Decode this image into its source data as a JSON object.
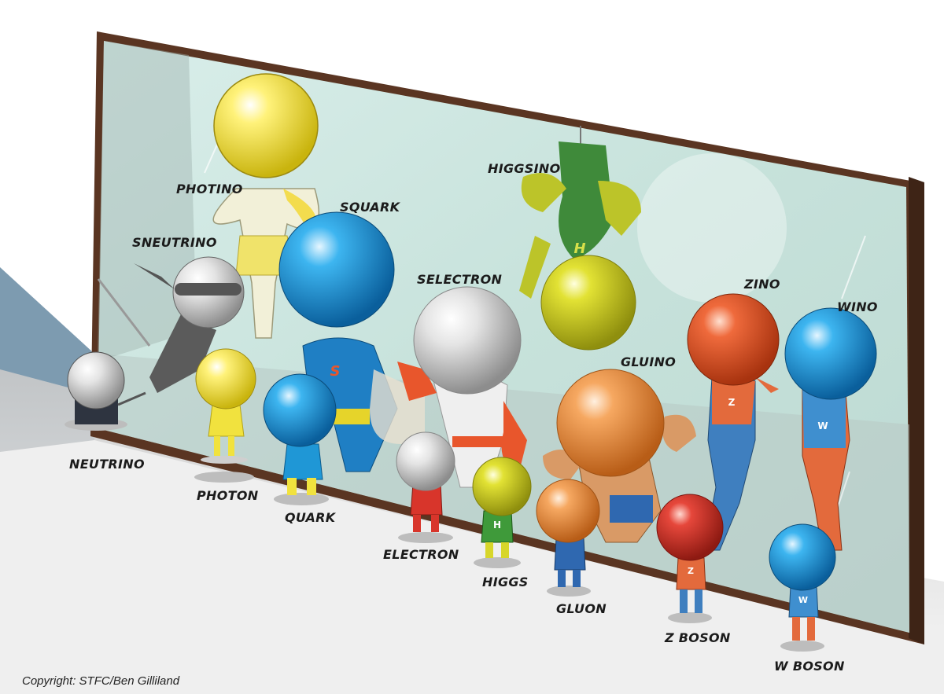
{
  "labels": {
    "photino": "PHOTINO",
    "squark": "SQUARK",
    "sneutrino": "SNEUTRINO",
    "selectron": "SELECTRON",
    "higgsino": "HIGGSINO",
    "zino": "ZINO",
    "wino": "WINO",
    "gluino": "GLUINO",
    "neutrino": "NEUTRINO",
    "photon": "PHOTON",
    "quark": "QUARK",
    "electron": "ELECTRON",
    "higgs": "HIGGS",
    "gluon": "GLUON",
    "z_boson": "Z BOSON",
    "w_boson": "W BOSON"
  },
  "chest_letters": {
    "squark": "S",
    "higgsino": "H",
    "higgs": "H",
    "zino": "Z",
    "wino": "W",
    "z_boson": "Z",
    "w_boson": "W"
  },
  "copyright": "Copyright: STFC/Ben Gilliland",
  "colors": {
    "photon_yellow": "#f1e23e",
    "quark_blue": "#1f97d6",
    "electron_white": "#d8d8d8",
    "higgs_yellow": "#d7d62a",
    "gluon_orange": "#f29a4d",
    "z_red": "#d8352b",
    "w_blue": "#2e9ee0",
    "mirror_glass": "#cfe7e0",
    "mirror_frame": "#5a3522"
  }
}
